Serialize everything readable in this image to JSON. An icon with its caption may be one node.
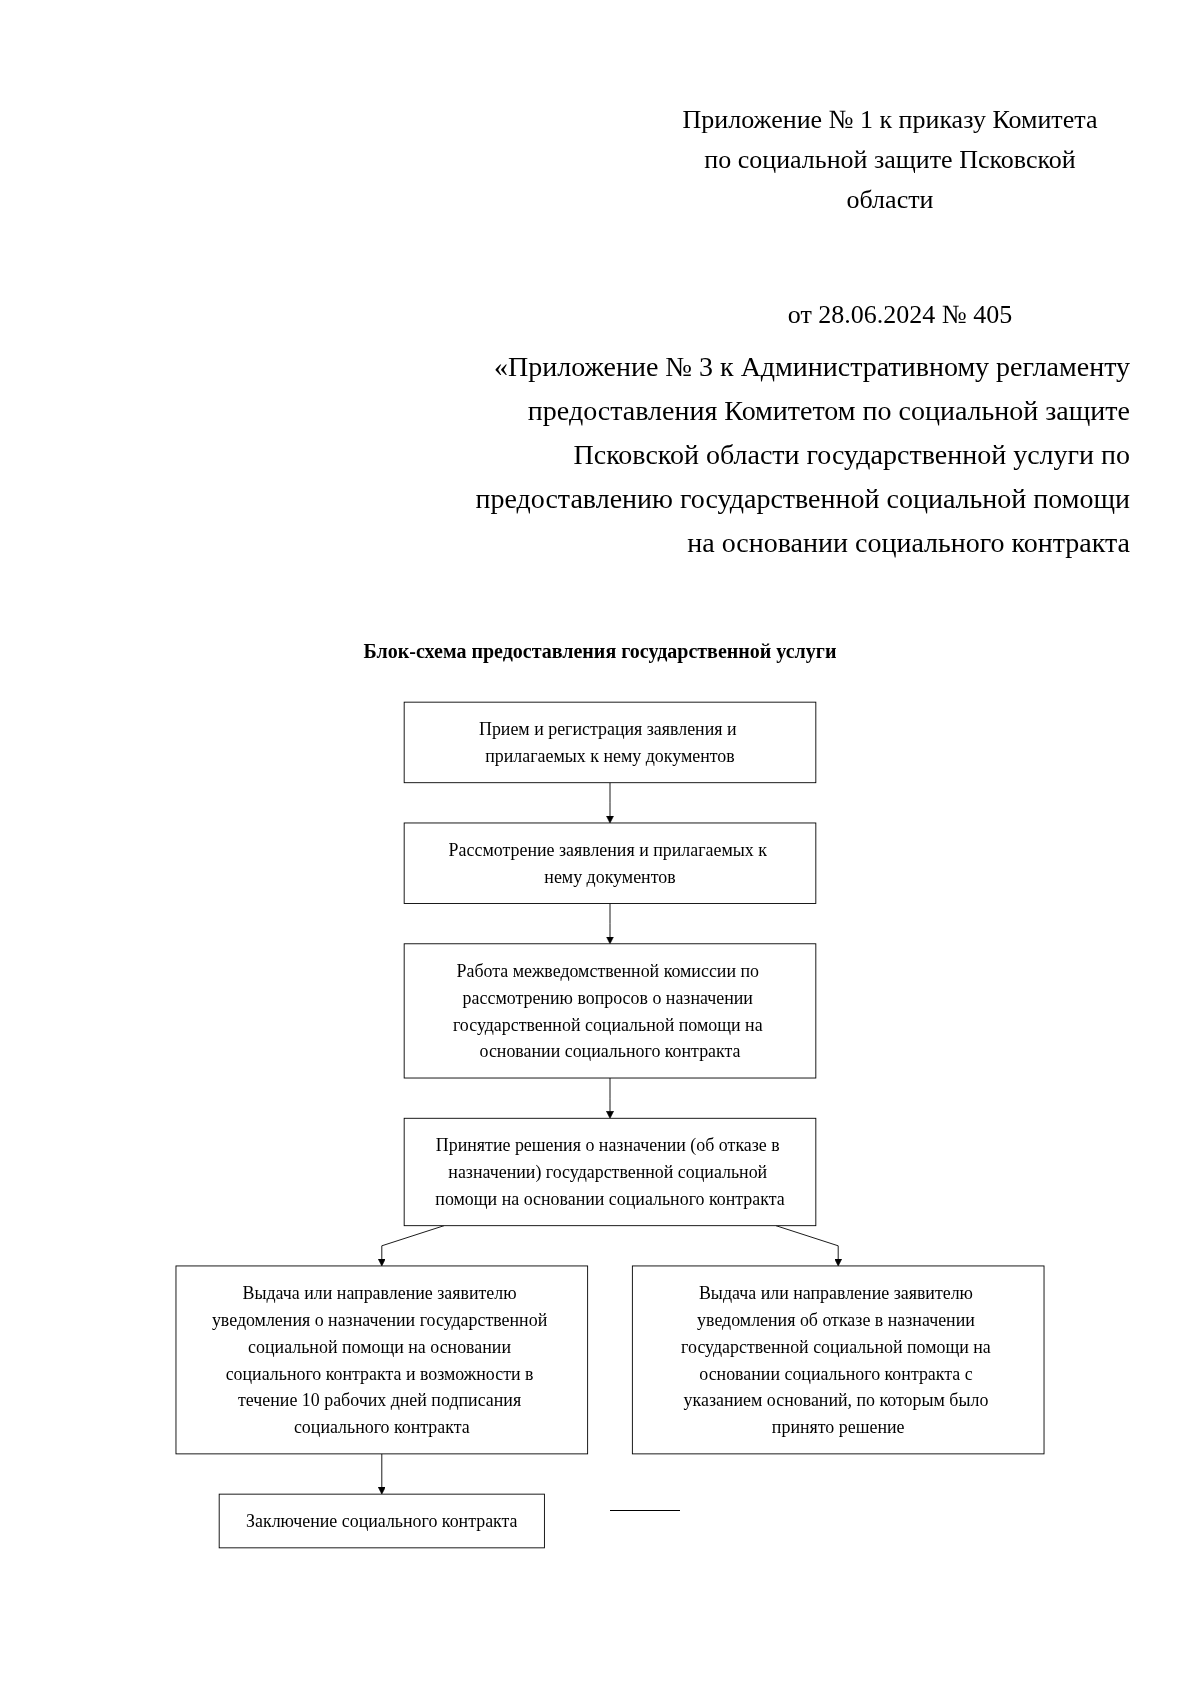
{
  "diagram": {
    "title": "Блок-схема предоставления государственной услуги",
    "nodes": [
      {
        "text": [
          "Прием и регистрация заявления и прилагаемых к нему документов"
        ]
      },
      {
        "text": [
          "Рассмотрение заявления и прилагаемых к нему документов"
        ]
      },
      {
        "text": [
          "Работа межведомственной комиссии по рассмотрению вопросов о назначении государственной социальной помощи на основании социального контракта"
        ]
      },
      {
        "text": [
          "Принятие решения о назначении (об отказе в назначении) государственной социальной помощи на основании социального контракта"
        ]
      },
      {
        "text": [
          "Выдача или направление заявителю уведомления о назначении государственной социальной помощи на основании социального контракта и возможности в течение 10 рабочих дней подписания социального контракта"
        ]
      },
      {
        "text": [
          "Выдача или направление заявителю уведомления об отказе в назначении государственной социальной помощи на основании социального контракта с указанием оснований, по которым было принято решение"
        ]
      },
      {
        "text": [
          "Заключение социального контракта"
        ]
      }
    ],
    "edges": [
      {
        "from": 0,
        "to": 1,
        "arrow": "to"
      },
      {
        "from": 1,
        "to": 2,
        "arrow": "to"
      },
      {
        "from": 2,
        "to": 3,
        "arrow": "to"
      },
      {
        "from": 3,
        "to": 4,
        "arrow": "to"
      },
      {
        "from": 3,
        "to": 5,
        "arrow": "to"
      },
      {
        "from": 4,
        "to": 6,
        "arrow": "to"
      }
    ],
    "labels": [
      "Приложение № 1 к приказу Комитета по социальной защите Псковской области",
      "от 28.06.2024 № 405",
      "«Приложение № 3 к Административному регламенту предоставления Комитетом по социальной защите Псковской области государственной услуги по предоставлению государственной социальной помощи на основании социального контракта"
    ]
  }
}
